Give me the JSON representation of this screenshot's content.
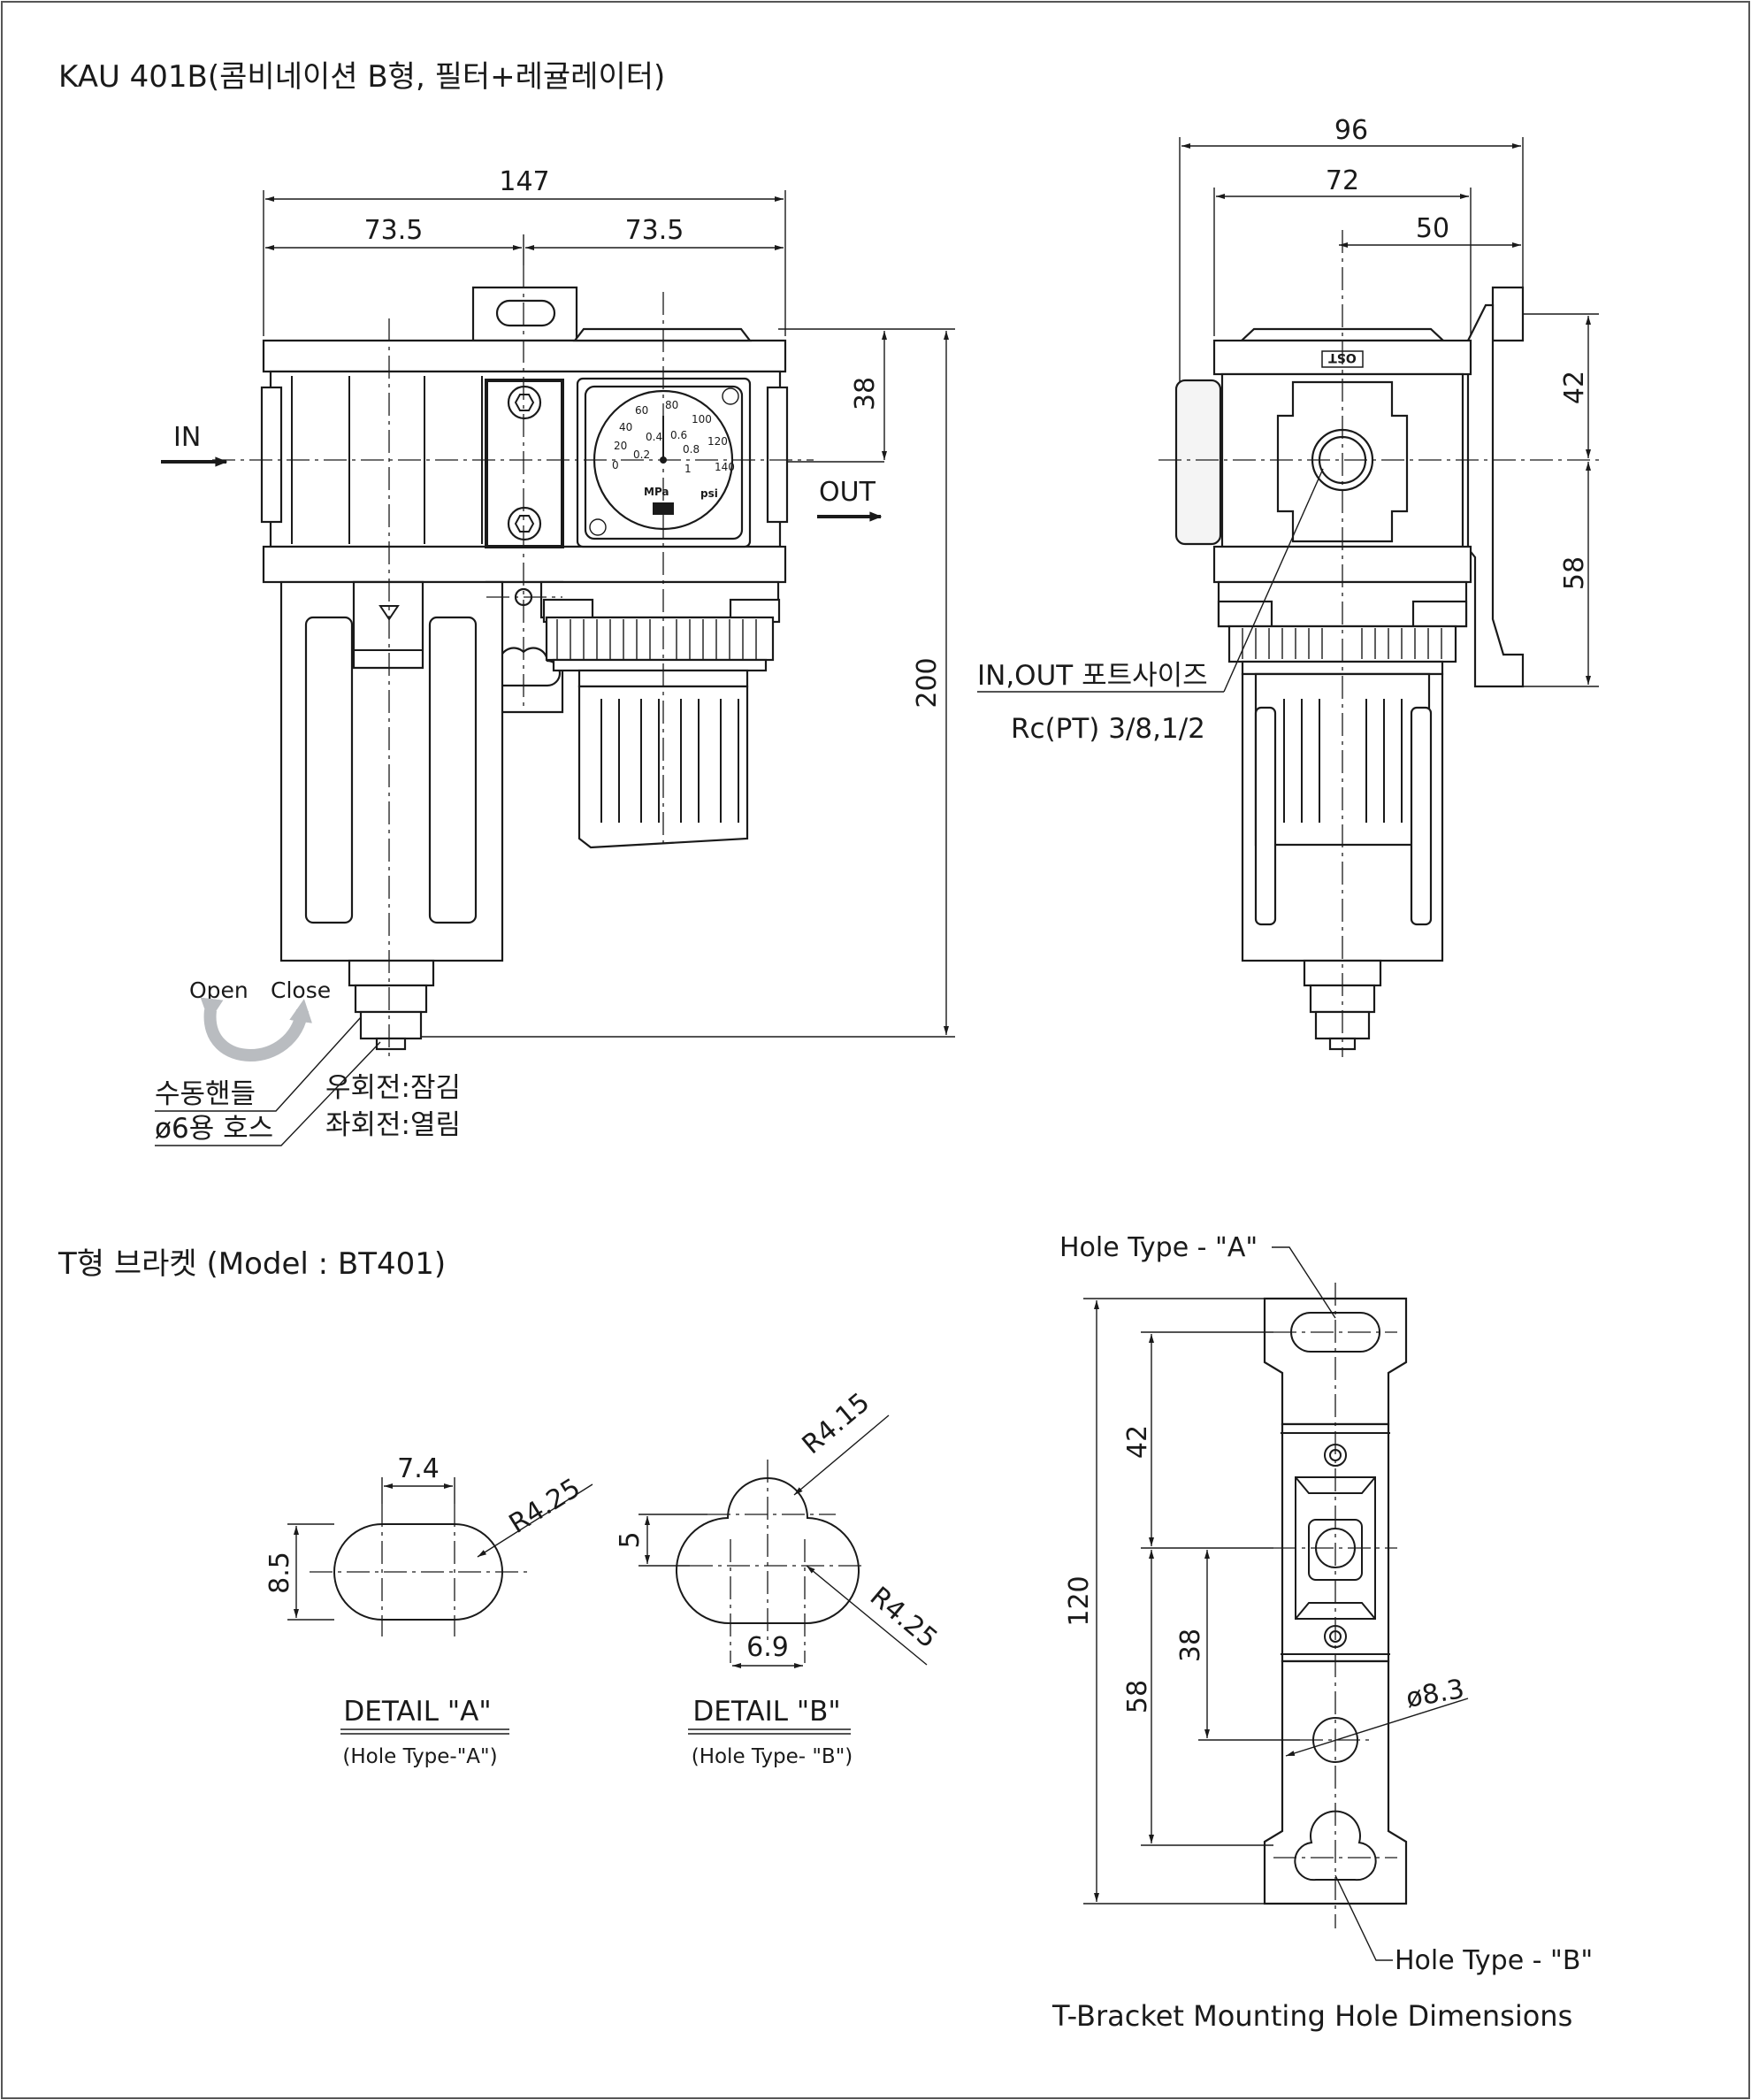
{
  "main_title": "KAU 401B(콤비네이션 B형, 필터+레귤레이터)",
  "front_view": {
    "dims": {
      "overall_width": "147",
      "half_left": "73.5",
      "half_right": "73.5",
      "height": "200",
      "port_offset": "38"
    },
    "in_label": "IN",
    "out_label": "OUT",
    "gauge": {
      "scale": [
        "0",
        "20",
        "40",
        "60",
        "80",
        "100",
        "120",
        "140",
        "0.2",
        "0.4",
        "0.6",
        "0.8",
        "1"
      ],
      "unit_mpa": "MPa",
      "unit_psi": "psi"
    },
    "drain": {
      "open": "Open",
      "close": "Close",
      "handle": "수동핸들",
      "hose": "ø6용 호스",
      "right_turn": "우회전:잠김",
      "left_turn": "좌회전:열림"
    }
  },
  "side_view": {
    "dims": {
      "d96": "96",
      "d72": "72",
      "d50": "50",
      "d42": "42",
      "d58": "58"
    },
    "badge": "OST",
    "port_label": "IN,OUT 포트사이즈",
    "port_size": "Rc(PT) 3/8,1/2"
  },
  "bracket_title": "T형 브라켓 (Model : BT401)",
  "detail_a": {
    "dim_w": "7.4",
    "dim_h": "8.5",
    "radius": "R4.25",
    "title": "DETAIL  \"A\"",
    "subtitle": "(Hole Type-\"A\")"
  },
  "detail_b": {
    "dim_h": "5",
    "dim_w": "6.9",
    "radius_top": "R4.15",
    "radius_bottom": "R4.25",
    "title": "DETAIL  \"B\"",
    "subtitle": "(Hole Type-  \"B\")"
  },
  "bracket": {
    "hole_a": "Hole Type -  \"A\"",
    "hole_b": "Hole Type  -  \"B\"",
    "d120": "120",
    "d42": "42",
    "d58": "58",
    "d38": "38",
    "dia": "ø8.3",
    "caption": "T-Bracket  Mounting Hole Dimensions"
  }
}
